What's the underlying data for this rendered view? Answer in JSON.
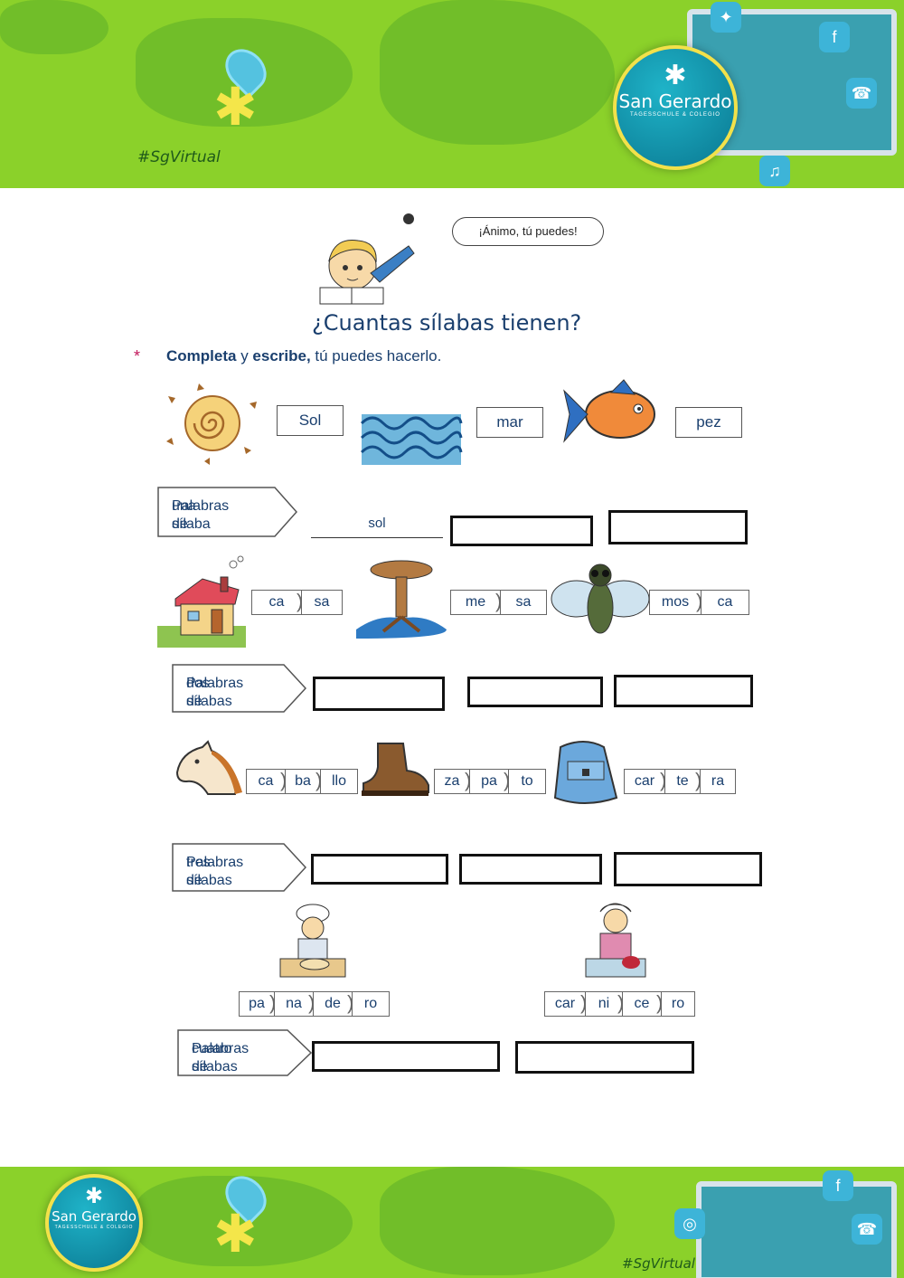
{
  "header": {
    "hashtag": "#SgVirtual",
    "logo_name": "San Gerardo",
    "logo_sub": "TAGESSCHULE & COLEGIO"
  },
  "footer": {
    "hashtag": "#SgVirtual",
    "logo_name": "San Gerardo",
    "logo_sub": "TAGESSCHULE & COLEGIO"
  },
  "worksheet": {
    "speech": "¡Ánimo, tú puedes!",
    "title": "¿Cuantas sílabas tienen?",
    "instruction_bold1": "Completa",
    "instruction_mid": " y ",
    "instruction_bold2": "escribe,",
    "instruction_rest": " tú puedes hacerlo.",
    "bullet": "*",
    "one_syllable": {
      "words": [
        "Sol",
        "mar",
        "pez"
      ],
      "label_line1": "Palabras de",
      "label_line2": "una sílaba",
      "example_answer": "sol"
    },
    "two_syllables": {
      "label_line1": "Palabras de",
      "label_line2": "dos sílabas",
      "groups": [
        [
          "ca",
          "sa"
        ],
        [
          "me",
          "sa"
        ],
        [
          "mos",
          "ca"
        ]
      ]
    },
    "three_syllables": {
      "label_line1": "Palabras de",
      "label_line2": "tres sílabas",
      "groups": [
        [
          "ca",
          "ba",
          "llo"
        ],
        [
          "za",
          "pa",
          "to"
        ],
        [
          "car",
          "te",
          "ra"
        ]
      ]
    },
    "four_syllables": {
      "label_line1": "Palabras de",
      "label_line2": "cuatro sílabas",
      "groups": [
        [
          "pa",
          "na",
          "de",
          "ro"
        ],
        [
          "car",
          "ni",
          "ce",
          "ro"
        ]
      ]
    }
  }
}
